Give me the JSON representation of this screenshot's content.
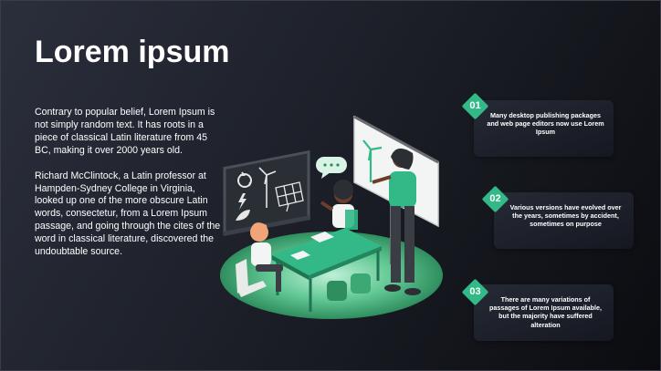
{
  "slide": {
    "title": "Lorem ipsum",
    "paragraphs": [
      "Contrary to popular belief, Lorem Ipsum is not simply random text. It has roots in a piece of classical Latin literature from 45 BC, making it over 2000 years old.",
      "Richard McClintock, a Latin professor at Hampden-Sydney College in Virginia, looked up one of the more obscure Latin words, consectetur, from a Lorem Ipsum passage, and going through the cites of the word in classical literature, discovered the undoubtable source."
    ],
    "cards": [
      {
        "number": "01",
        "text": "Many desktop publishing packages and web page editors now use Lorem Ipsum"
      },
      {
        "number": "02",
        "text": "Various versions have evolved over the years, sometimes by accident, sometimes on purpose"
      },
      {
        "number": "03",
        "text": "There are many variations  of passages of Lorem Ipsum available, but the majority have suffered alteration"
      }
    ]
  },
  "colors": {
    "accent": "#33b887",
    "background": "#1d2029",
    "card": "#1e212b",
    "text": "#ffffff"
  },
  "icons": [
    "recycle-icon",
    "wind-turbine-icon",
    "solar-panel-icon",
    "leaf-icon",
    "lightning-icon"
  ]
}
